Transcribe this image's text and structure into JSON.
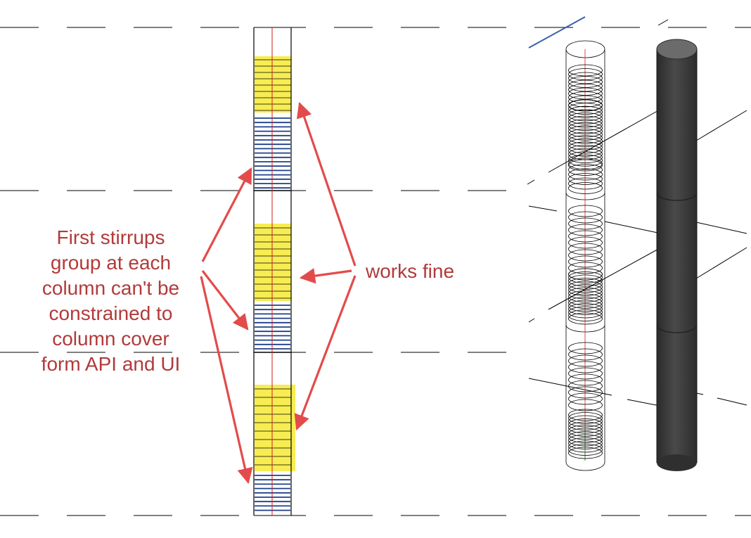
{
  "annotations": {
    "left_lines": [
      "First stirrups",
      "group at each",
      "column can't be",
      "constrained to",
      "column cover",
      "form API and UI"
    ],
    "right": "works fine"
  },
  "colors": {
    "annotation_text": "#b23a3a",
    "arrow": "#e34b4b",
    "stirrup_blue": "#1f3f8a",
    "constrained_fill": "#f7ec52",
    "column_3d_fill": "#3d3d3d",
    "rebar_red": "#cc2222",
    "grid_line": "#000000"
  },
  "columns_2d": {
    "count": 3
  },
  "columns_3d": {
    "count": 2
  }
}
